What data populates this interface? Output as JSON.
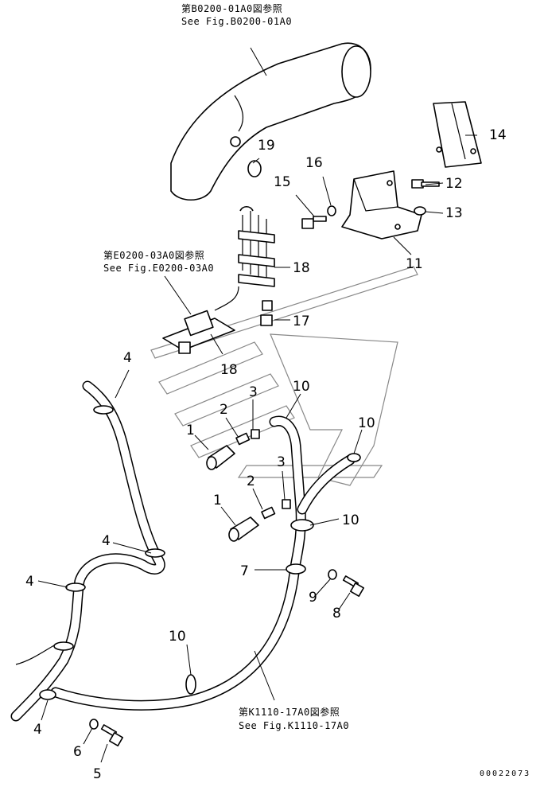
{
  "references": [
    {
      "id": "ref-b0200",
      "jp": "第B0200-01A0図参照",
      "en": "See Fig.B0200-01A0"
    },
    {
      "id": "ref-e0200",
      "jp": "第E0200-03A0図参照",
      "en": "See Fig.E0200-03A0"
    },
    {
      "id": "ref-k1110",
      "jp": "第K1110-17A0図参照",
      "en": "See Fig.K1110-17A0"
    }
  ],
  "callouts": [
    "19",
    "16",
    "15",
    "14",
    "12",
    "13",
    "11",
    "18",
    "17",
    "18",
    "4",
    "3",
    "10",
    "2",
    "1",
    "10",
    "3",
    "2",
    "1",
    "10",
    "4",
    "4",
    "7",
    "9",
    "8",
    "10",
    "4",
    "6",
    "5"
  ],
  "drawing_code": "00022073"
}
